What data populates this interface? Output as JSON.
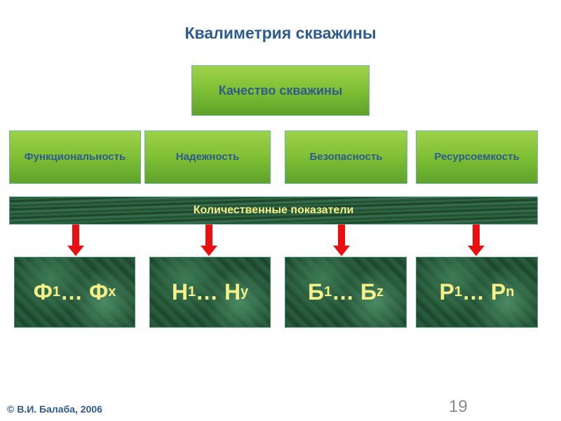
{
  "title": "Квалиметрия скважины",
  "top_box": "Качество скважины",
  "categories": [
    "Функциональность",
    "Надежность",
    "Безопасность",
    "Ресурсоемкость"
  ],
  "band": "Количественные показатели",
  "indicators": [
    {
      "letter": "Ф",
      "sub_first": "1",
      "dots": "…",
      "sub_last": "x"
    },
    {
      "letter": "Н",
      "sub_first": "1",
      "dots": "…",
      "sub_last": "y"
    },
    {
      "letter": "Б",
      "sub_first": "1",
      "dots": "…",
      "sub_last": "z"
    },
    {
      "letter": "Р",
      "sub_first": "1",
      "dots": "…",
      "sub_last": "n"
    }
  ],
  "footer": "© В.И. Балаба, 2006",
  "page_number": "19",
  "colors": {
    "text": "#2f5b8c",
    "arrow": "#e81010",
    "yellow": "#f5f08a"
  }
}
